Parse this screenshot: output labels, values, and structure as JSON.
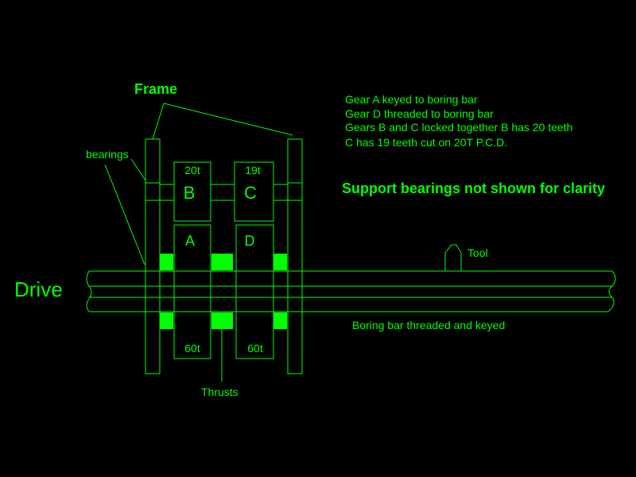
{
  "labels": {
    "frame": "Frame",
    "bearings": "bearings",
    "drive": "Drive",
    "tool": "Tool",
    "thrusts": "Thrusts",
    "boring_bar": "Boring bar threaded and keyed",
    "support_note": "Support bearings not shown for clarity"
  },
  "gears": {
    "b": {
      "letter": "B",
      "teeth": "20t"
    },
    "c": {
      "letter": "C",
      "teeth": "19t"
    },
    "a": {
      "letter": "A",
      "teeth": "60t"
    },
    "d": {
      "letter": "D",
      "teeth": "60t"
    }
  },
  "notes": [
    "Gear A keyed to boring bar",
    "Gear D threaded to boring bar",
    "Gears B and C locked together B has 20 teeth",
    "C has 19 teeth cut on 20T P.C.D."
  ],
  "colors": {
    "line": "#00ff00",
    "background": "#000000"
  }
}
